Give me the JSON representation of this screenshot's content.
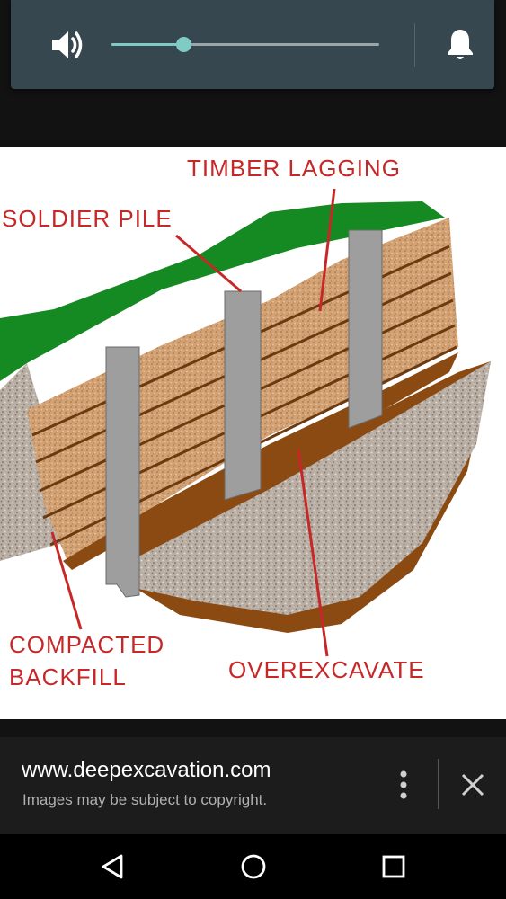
{
  "volume": {
    "level": 0.27,
    "speaker_icon": "volume-up-icon",
    "notification_icon": "bell-icon",
    "accent_color": "#80cbc4"
  },
  "image": {
    "labels": {
      "timber_lagging": "TIMBER LAGGING",
      "soldier_pile": "SOLDIER PILE",
      "compacted": "COMPACTED",
      "backfill": "BACKFILL",
      "overexcavate": "OVEREXCAVATE"
    },
    "label_color": "#c62828"
  },
  "info": {
    "source_url": "www.deepexcavation.com",
    "copyright_notice": "Images may be subject to copyright.",
    "more_icon": "more-vertical-icon",
    "close_icon": "close-icon"
  },
  "nav": {
    "back_icon": "back-icon",
    "home_icon": "home-icon",
    "recents_icon": "recents-icon"
  }
}
